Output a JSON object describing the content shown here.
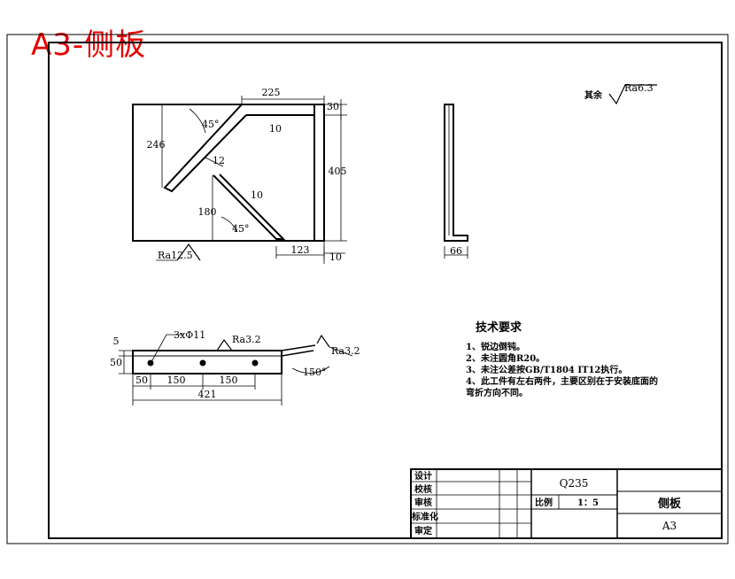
{
  "sheet_title": "A3-侧板",
  "top_view": {
    "dims": [
      "225",
      "30",
      "45°",
      "246",
      "10",
      "12",
      "405",
      "180",
      "10",
      "45°",
      "123",
      "10"
    ],
    "roughness": "Ra12.5"
  },
  "side_view": {
    "dims": [
      "66"
    ]
  },
  "rest_roughness": {
    "label": "其余",
    "value": "Ra6.3"
  },
  "bottom_view": {
    "hole_label": "3xΦ11",
    "dims": [
      "5",
      "50",
      "50",
      "150",
      "150",
      "421",
      "150°"
    ],
    "roughness_1": "Ra3.2",
    "roughness_2": "Ra3.2"
  },
  "tech_req": {
    "title": "技术要求",
    "items": [
      "1、锐边倒钝。",
      "2、未注圆角R20。",
      "3、未注公差按GB/T1804 IT12执行。",
      "4、此工件有左右两件，主要区别在于安装底面的",
      "   弯折方向不同。"
    ]
  },
  "title_block": {
    "rows": [
      "设计",
      "校核",
      "审核",
      "标准化",
      "审定"
    ],
    "material": "Q235",
    "scale_label": "比例",
    "scale_value": "1：5",
    "part_name": "侧板",
    "sheet_size": "A3"
  }
}
